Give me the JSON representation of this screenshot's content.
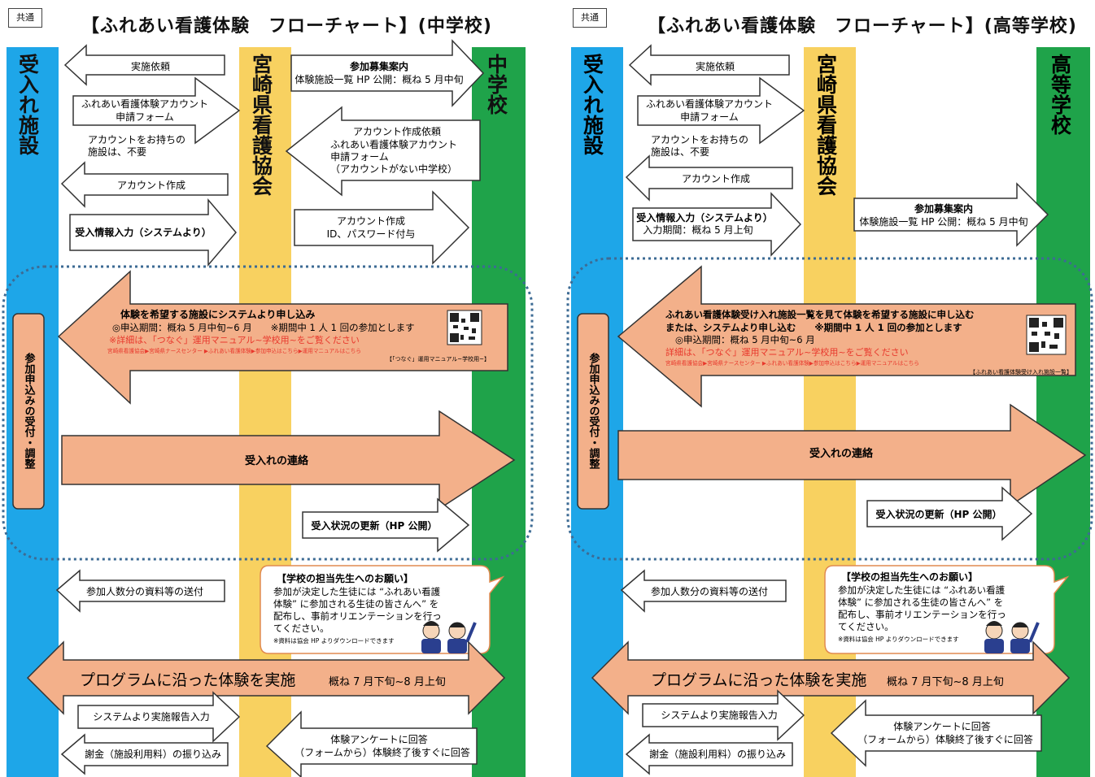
{
  "panels": [
    {
      "tag": "共通",
      "title": "【ふれあい看護体験　フローチャート】(中学校)",
      "lane_facility": "受入れ施設",
      "lane_assoc": "宮崎県看護協会",
      "lane_school": "中学校",
      "arrows": {
        "request": "実施依頼",
        "account_form_1": "ふれあい看護体験アカウント",
        "account_form_2": "申請フォーム",
        "account_note_1": "アカウントをお持ちの",
        "account_note_2": "施設は、不要",
        "account_create": "アカウント作成",
        "input_info_1": "受入情報入力（システムより）",
        "input_info_2": "",
        "recruit_1": "参加募集案内",
        "recruit_2": "体験施設一覧 HP 公開：概ね 5 月中旬",
        "school_acc_1": "アカウント作成依頼",
        "school_acc_2": "ふれあい看護体験アカウント",
        "school_acc_3": "申請フォーム",
        "school_acc_4": "（アカウントがない中学校）",
        "issue_1": "アカウント作成",
        "issue_2": "ID、パスワード付与",
        "apply_1": "体験を希望する施設にシステムより申し込み",
        "apply_2": "◎申込期間：概ね 5 月中旬~6 月　　※期間中 1 人 1 回の参加とします",
        "apply_3": "※詳細は、「つなぐ」運用マニュアル~学校用~をご覧ください",
        "apply_4": "宮崎県看護協会▶宮崎県ナースセンター ▶ふれあい看護体験▶参加申込はこちら▶運用マニュアルはこちら",
        "apply_5": "【「つなぐ」運用マニュアル~学校用~】",
        "contact": "受入れの連絡",
        "status": "受入状況の更新（HP 公開）",
        "docs": "参加人数分の資料等の送付",
        "program": "プログラムに沿った体験を実施",
        "program_period": "概ね 7 月下旬~8 月上旬",
        "report": "システムより実施報告入力",
        "fee": "謝金（施設利用料）の振り込み",
        "survey_1": "体験アンケートに回答",
        "survey_2": "（フォームから）体験終了後すぐに回答"
      },
      "side_label": "参加申込みの受付・調整",
      "note": {
        "title": "【学校の担当先生へのお願い】",
        "l1": "参加が決定した生徒には “ふれあい看護",
        "l2": "体験” に参加される生徒の皆さんへ” を",
        "l3": "配布し、事前オリエンテーションを行っ",
        "l4": "てください。",
        "l5": "※資料は協会 HP よりダウンロードできます"
      }
    },
    {
      "tag": "共通",
      "title": "【ふれあい看護体験　フローチャート】(高等学校)",
      "lane_facility": "受入れ施設",
      "lane_assoc": "宮崎県看護協会",
      "lane_school": "高等学校",
      "arrows": {
        "request": "実施依頼",
        "account_form_1": "ふれあい看護体験アカウント",
        "account_form_2": "申請フォーム",
        "account_note_1": "アカウントをお持ちの",
        "account_note_2": "施設は、不要",
        "account_create": "アカウント作成",
        "input_info_1": "受入情報入力（システムより）",
        "input_info_2": "入力期間：概ね 5 月上旬",
        "recruit_1": "参加募集案内",
        "recruit_2": "体験施設一覧 HP 公開：概ね 5 月中旬",
        "apply_1": "ふれあい看護体験受け入れ施設一覧を見て体験を希望する施設に申し込む",
        "apply_1b": "または、システムより申し込む　　※期間中 1 人 1 回の参加とします",
        "apply_2": "◎申込期間：概ね 5 月中旬~6 月",
        "apply_3": "詳細は、「つなぐ」運用マニュアル~学校用~をご覧ください",
        "apply_4": "宮崎県看護協会▶宮崎県ナースセンター ▶ふれあい看護体験▶参加申込はこちら▶運用マニュアルはこちら",
        "apply_5": "【ふれあい看護体験受け入れ施設一覧】",
        "contact": "受入れの連絡",
        "status": "受入状況の更新（HP 公開）",
        "docs": "参加人数分の資料等の送付",
        "program": "プログラムに沿った体験を実施",
        "program_period": "概ね 7 月下旬~8 月上旬",
        "report": "システムより実施報告入力",
        "fee": "謝金（施設利用料）の振り込み",
        "survey_1": "体験アンケートに回答",
        "survey_2": "（フォームから）体験終了後すぐに回答"
      },
      "side_label": "参加申込みの受付・調整",
      "note": {
        "title": "【学校の担当先生へのお願い】",
        "l1": "参加が決定した生徒には “ふれあい看護",
        "l2": "体験” に参加される生徒の皆さんへ” を",
        "l3": "配布し、事前オリエンテーションを行っ",
        "l4": "てください。",
        "l5": "※資料は協会 HP よりダウンロードできます"
      }
    }
  ],
  "colors": {
    "facility": "#1ea6e8",
    "association": "#f8d160",
    "school": "#1fa34a",
    "salmon": "#f3b08a",
    "red_text": "#e8382c"
  }
}
